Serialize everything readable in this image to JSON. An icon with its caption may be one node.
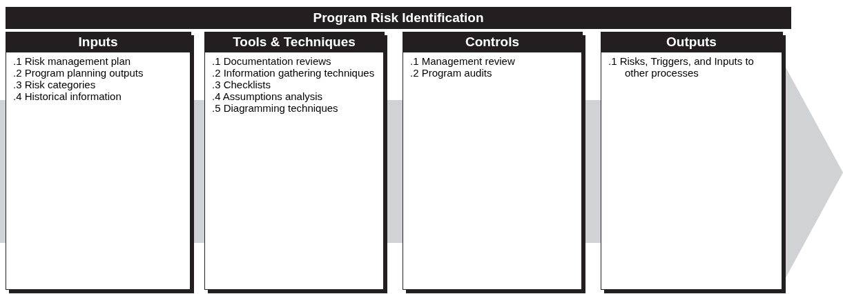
{
  "diagram": {
    "nodes": [
      {
        "text": [
          "Program Risk Identification"
        ]
      },
      {
        "text": [
          "Inputs",
          ".1 Risk management plan",
          ".2 Program planning outputs",
          ".3 Risk categories",
          ".4 Historical information"
        ]
      },
      {
        "text": [
          "Tools & Techniques",
          ".1 Documentation reviews",
          ".2 Information gathering techniques",
          ".3 Checklists",
          ".4 Assumptions analysis",
          ".5 Diagramming techniques"
        ]
      },
      {
        "text": [
          "Controls",
          ".1 Management review",
          ".2 Program audits"
        ]
      },
      {
        "text": [
          "Outputs",
          ".1 Risks, Triggers, and Inputs to other processes"
        ]
      }
    ]
  }
}
